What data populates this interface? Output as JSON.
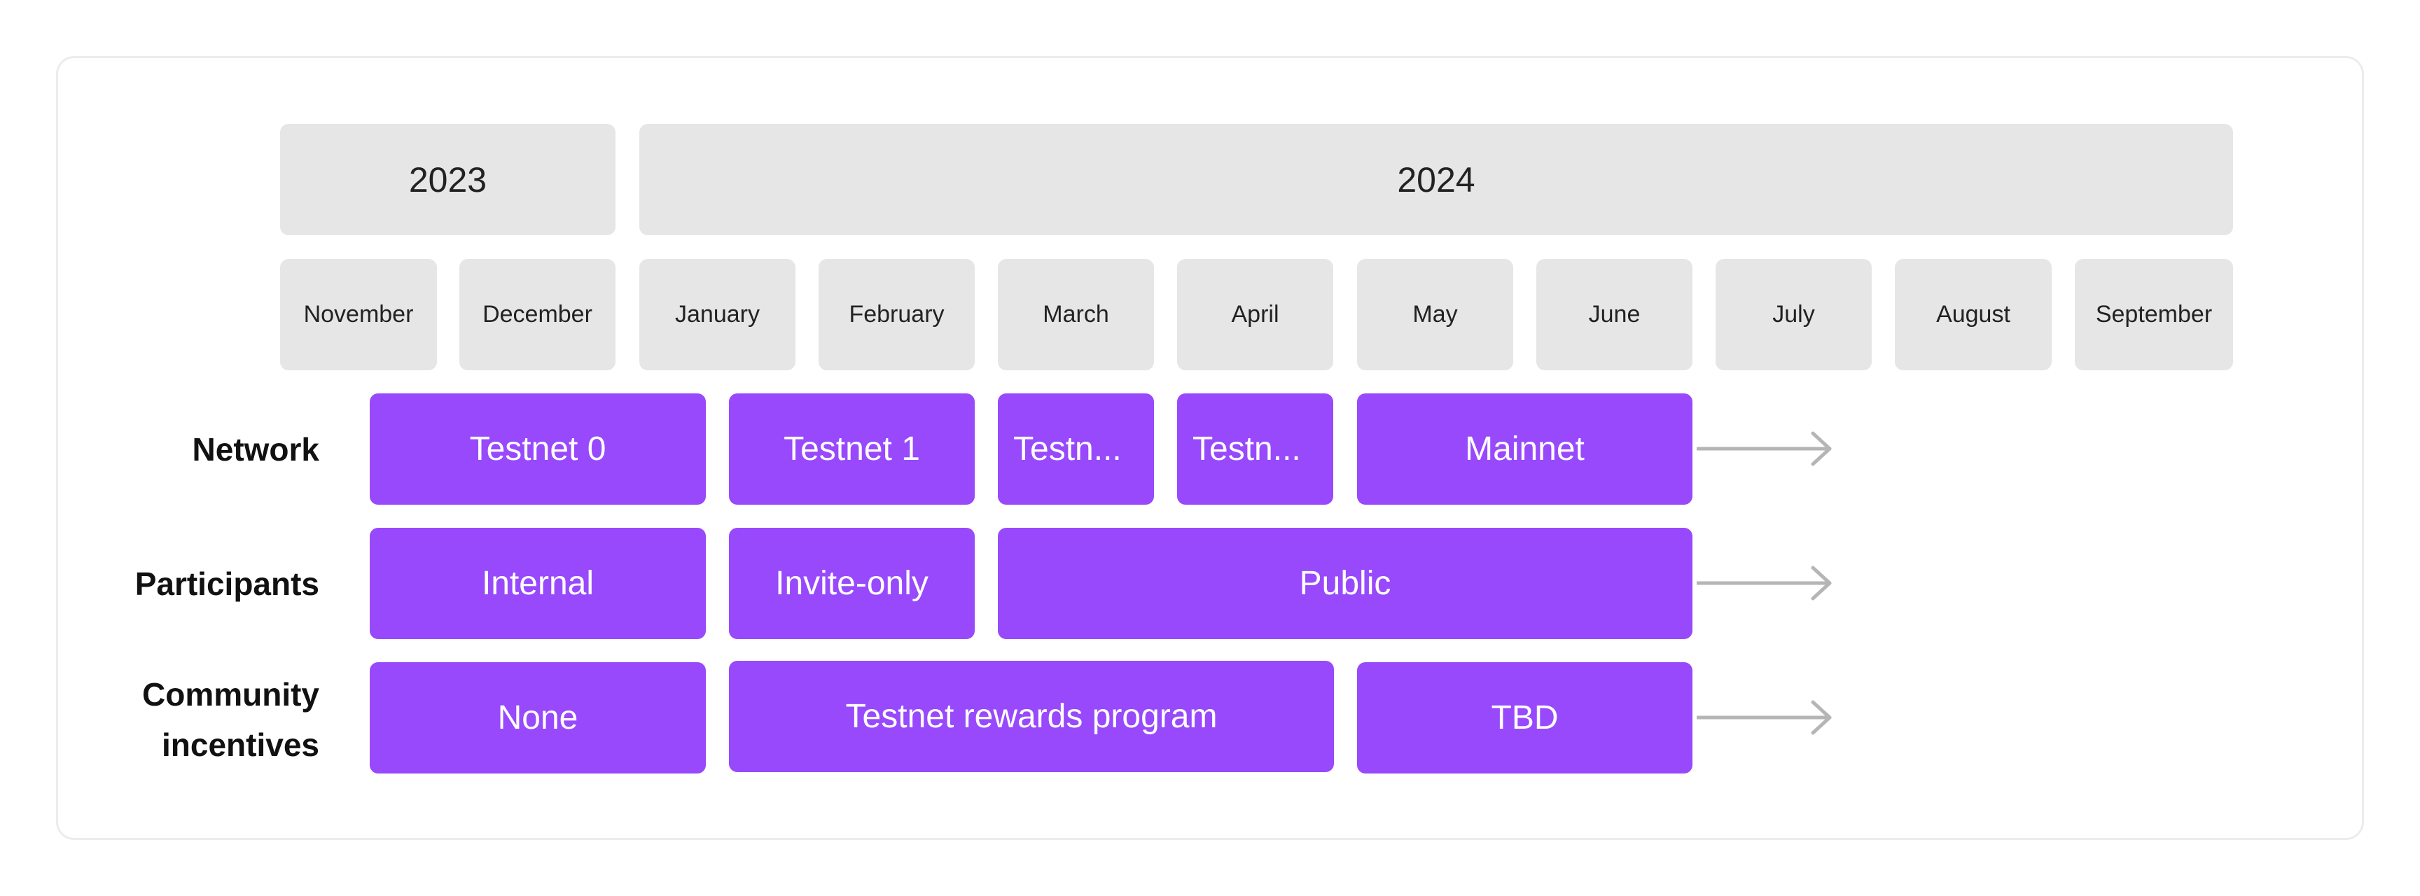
{
  "years": [
    {
      "label": "2023"
    },
    {
      "label": "2024"
    }
  ],
  "months": [
    "November",
    "December",
    "January",
    "February",
    "March",
    "April",
    "May",
    "June",
    "July",
    "August",
    "September"
  ],
  "rows": [
    {
      "label_lines": [
        "Network"
      ],
      "bars": [
        {
          "label": "Testnet 0"
        },
        {
          "label": "Testnet 1"
        },
        {
          "label": "Testn..."
        },
        {
          "label": "Testn..."
        },
        {
          "label": "Mainnet"
        }
      ]
    },
    {
      "label_lines": [
        "Participants"
      ],
      "bars": [
        {
          "label": "Internal"
        },
        {
          "label": "Invite-only"
        },
        {
          "label": "Public"
        }
      ]
    },
    {
      "label_lines": [
        "Community",
        "incentives"
      ],
      "bars": [
        {
          "label": "None"
        },
        {
          "label": "Testnet rewards program"
        },
        {
          "label": "TBD"
        }
      ]
    }
  ],
  "colors": {
    "bar": "#9849fc",
    "header_cell": "#e6e6e6",
    "arrow": "#b5b5b5",
    "card_border": "#ececec"
  },
  "arrow_icon": "right-arrow-icon"
}
